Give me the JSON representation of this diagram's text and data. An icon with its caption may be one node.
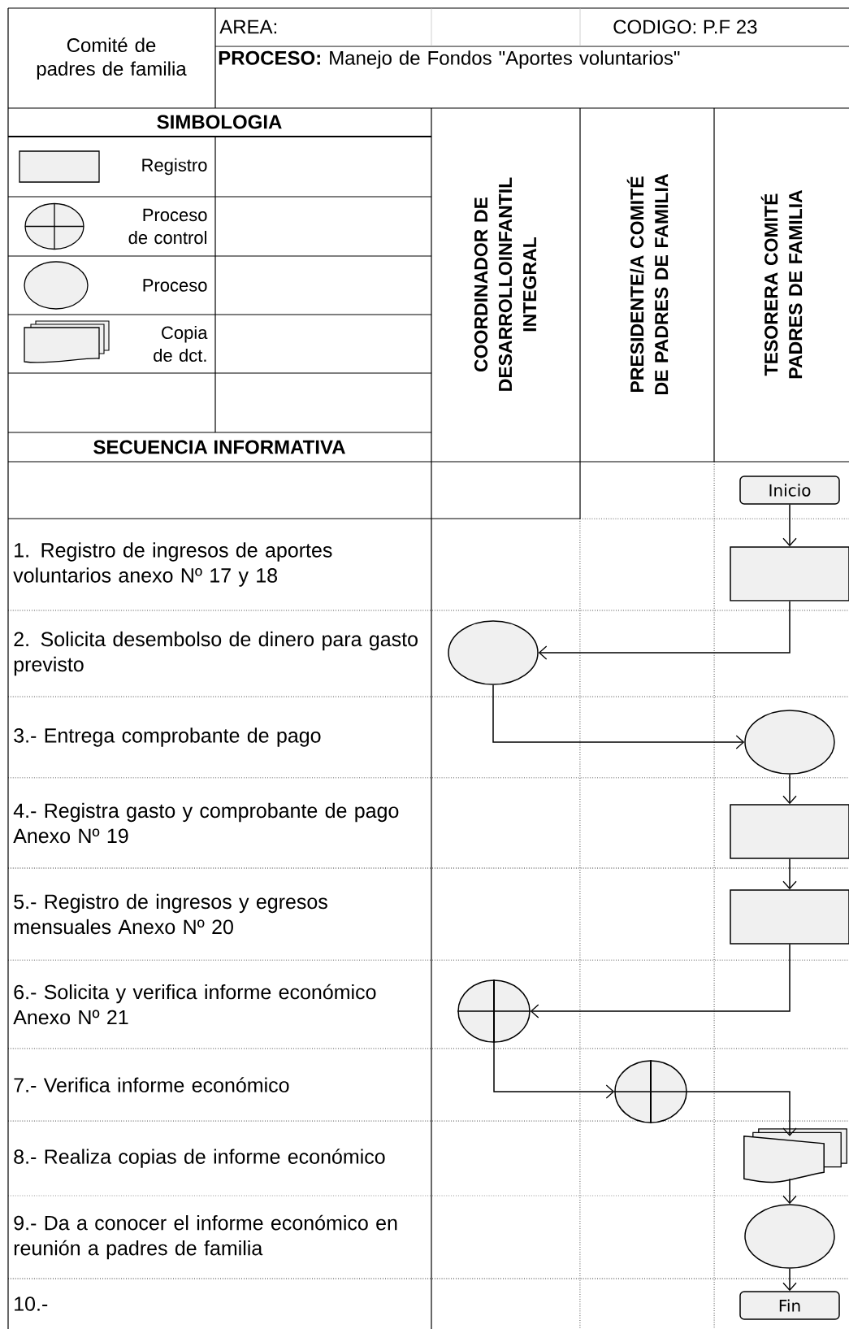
{
  "diagram": {
    "nodes": [
      {
        "text": [
          "Inicio"
        ]
      },
      {
        "text": [],
        "shape": "box"
      },
      {
        "text": [],
        "shape": "ellipse"
      },
      {
        "text": [],
        "shape": "ellipse"
      },
      {
        "text": [],
        "shape": "box"
      },
      {
        "text": [],
        "shape": "box"
      },
      {
        "text": [],
        "shape": "crossed-circle"
      },
      {
        "text": [],
        "shape": "crossed-circle"
      },
      {
        "text": [],
        "shape": "document-stack"
      },
      {
        "text": [],
        "shape": "ellipse"
      },
      {
        "text": [
          "Fin"
        ]
      }
    ],
    "edges": [
      {
        "from": 0,
        "to": 1,
        "arrow": "to"
      },
      {
        "from": 1,
        "to": 2,
        "arrow": "to"
      },
      {
        "from": 2,
        "to": 3,
        "arrow": "to"
      },
      {
        "from": 3,
        "to": 4,
        "arrow": "to"
      },
      {
        "from": 4,
        "to": 5,
        "arrow": "to"
      },
      {
        "from": 5,
        "to": 6,
        "arrow": "to"
      },
      {
        "from": 6,
        "to": 7,
        "arrow": "to"
      },
      {
        "from": 7,
        "to": 8,
        "arrow": "to"
      },
      {
        "from": 8,
        "to": 9,
        "arrow": "to"
      },
      {
        "from": 9,
        "to": 10,
        "arrow": "to"
      }
    ],
    "labels": [
      "Comité de padres de familia",
      "AREA:",
      "CODIGO: P.F 23",
      "**PROCESO:** Manejo de Fondos  \"Aportes voluntarios\"",
      "SIMBOLOGIA",
      "SECUENCIA INFORMATIVA",
      "COORDINADOR  DE DESARROLLOINFANTIL INTEGRAL",
      "PRESIDENTE/A COMITÉ DE PADRES DE FAMILIA",
      "TESORERA COMITÉ PADRES DE FAMILIA",
      "1. Registro de ingresos de aportes voluntarios anexo Nº 17 y 18",
      "2. Solicita  desembolso de dinero para gasto previsto",
      "3.- Entrega comprobante de pago",
      "4.- Registra gasto y comprobante de pago Anexo Nº 19",
      "5.- Registro de ingresos y egresos mensuales Anexo Nº 20",
      "6.-  Solicita y verifica  informe económico  Anexo Nº 21",
      "7.-  Verifica  informe económico",
      "8.- Realiza copias de informe económico",
      "9.- Da a conocer el  informe económico en reunión a padres de familia",
      "10.-"
    ],
    "legend": [
      {
        "text": "Registro"
      },
      {
        "text": "Proceso de control"
      },
      {
        "text": "Proceso"
      },
      {
        "text": "Copia de dct."
      }
    ]
  }
}
